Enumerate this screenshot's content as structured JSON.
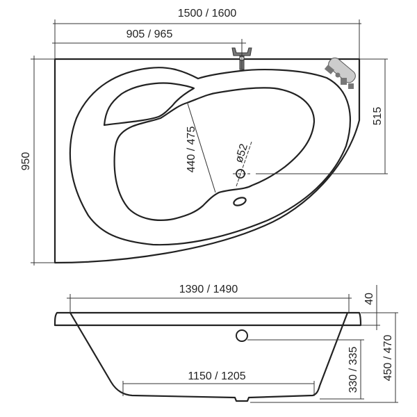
{
  "top_view": {
    "overall_length": "1500 / 1600",
    "faucet_offset": "905 / 965",
    "overall_width": "950",
    "drain_offset": "515",
    "footwell_width": "440 / 475",
    "drain_diameter": "ø52"
  },
  "side_view": {
    "inner_length_top": "1390 / 1490",
    "inner_length_bottom": "1150 / 1205",
    "rim_thickness": "40",
    "overflow_height": "330 / 335",
    "total_height": "450 / 470"
  },
  "colors": {
    "line": "#222222",
    "fitting": "#777777"
  }
}
